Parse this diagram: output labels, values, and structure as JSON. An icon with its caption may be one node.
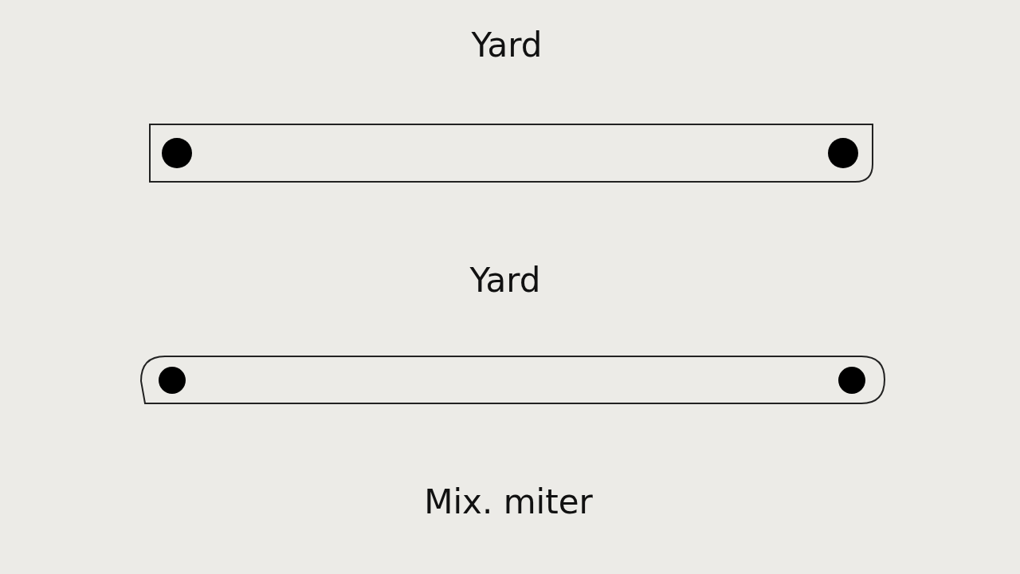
{
  "diagram": {
    "labels": [
      "Yard",
      "Yard",
      "Mix. miter"
    ]
  }
}
